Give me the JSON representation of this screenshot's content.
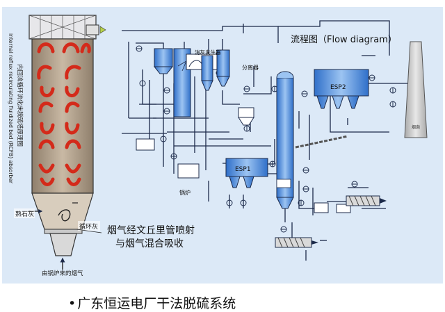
{
  "title": "流程图（Flow diagram）",
  "absorber": {
    "vertical_label_en": "internal reflux recirculating fluidized bed (RCFB) absorber",
    "vertical_label_cn": "内回流循环流化床脱硫塔原理图",
    "limestone_label": "熟石灰",
    "recycle_label": "循环灰",
    "inlet_label": "由锅炉来的烟气",
    "venturi_note_line1": "烟气经文丘里管喷射",
    "venturi_note_line2": "与烟气混合吸收"
  },
  "plant": {
    "separator_label": "分离器",
    "ash_generator_label": "消灰发生器",
    "boiler_label": "锅炉",
    "esp1_label": "ESP1",
    "esp2_label": "ESP2",
    "stack_label": "烟囱"
  },
  "caption": "广东恒运电厂干法脱硫系统",
  "colors": {
    "diagram_bg": "#dce9f7",
    "vessel_blue": "#4a86d8",
    "line_dark": "#1c2a4a",
    "red_flow": "#d42a1a",
    "tower_fill": "#a89882"
  }
}
